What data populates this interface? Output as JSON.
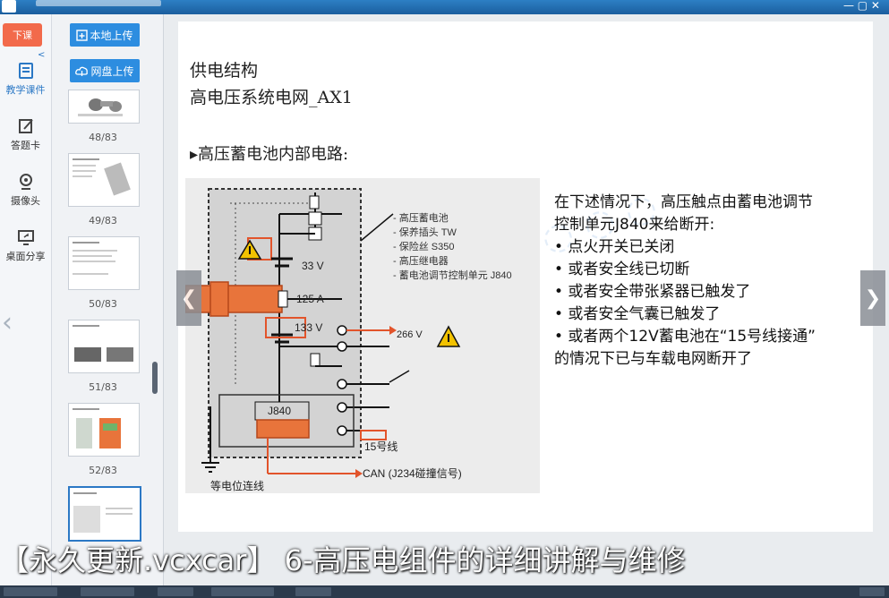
{
  "sidebar": {
    "class_button": "下课",
    "items": [
      {
        "label": "教学课件",
        "icon": "courseware-icon",
        "active": true
      },
      {
        "label": "答题卡",
        "icon": "answer-card-icon"
      },
      {
        "label": "摄像头",
        "icon": "camera-icon"
      },
      {
        "label": "桌面分享",
        "icon": "screen-share-icon"
      }
    ]
  },
  "uploads": {
    "local": "本地上传",
    "cloud": "网盘上传"
  },
  "thumbnails": [
    {
      "label": "48/83"
    },
    {
      "label": "49/83"
    },
    {
      "label": "50/83"
    },
    {
      "label": "51/83"
    },
    {
      "label": "52/83"
    }
  ],
  "slide": {
    "title1": "供电结构",
    "title2": "高电压系统电网_AX1",
    "title3": "▸高压蓄电池内部电路:",
    "legend": [
      "- 高压蓄电池",
      "- 保养插头 TW",
      "- 保险丝 S350",
      "- 高压继电器",
      "- 蓄电池调节控制单元 J840"
    ],
    "labels": {
      "v33": "33 V",
      "a125": "125 A",
      "v133": "133 V",
      "v266": "266 V",
      "j840": "J840",
      "line15": "15号线",
      "can": "CAN (J234碰撞信号)",
      "ground": "等电位连线"
    },
    "info": [
      "在下述情况下，高压触点由蓄电池调节",
      "控制单元J840来给断开:",
      "• 点火开关已关闭",
      "• 或者安全线已切断",
      "• 或者安全带张紧器已触发了",
      "• 或者安全气囊已触发了",
      "• 或者两个12V蓄电池在“15号线接通”",
      "的情况下已与车载电网断开了"
    ]
  },
  "caption": "【永久更新.vcxcar】 6-高压电组件的详细讲解与维修",
  "colors": {
    "accent": "#2d8de0",
    "class_button": "#f26a4b",
    "highlight": "#e2542b",
    "warning": "#f2c200"
  }
}
